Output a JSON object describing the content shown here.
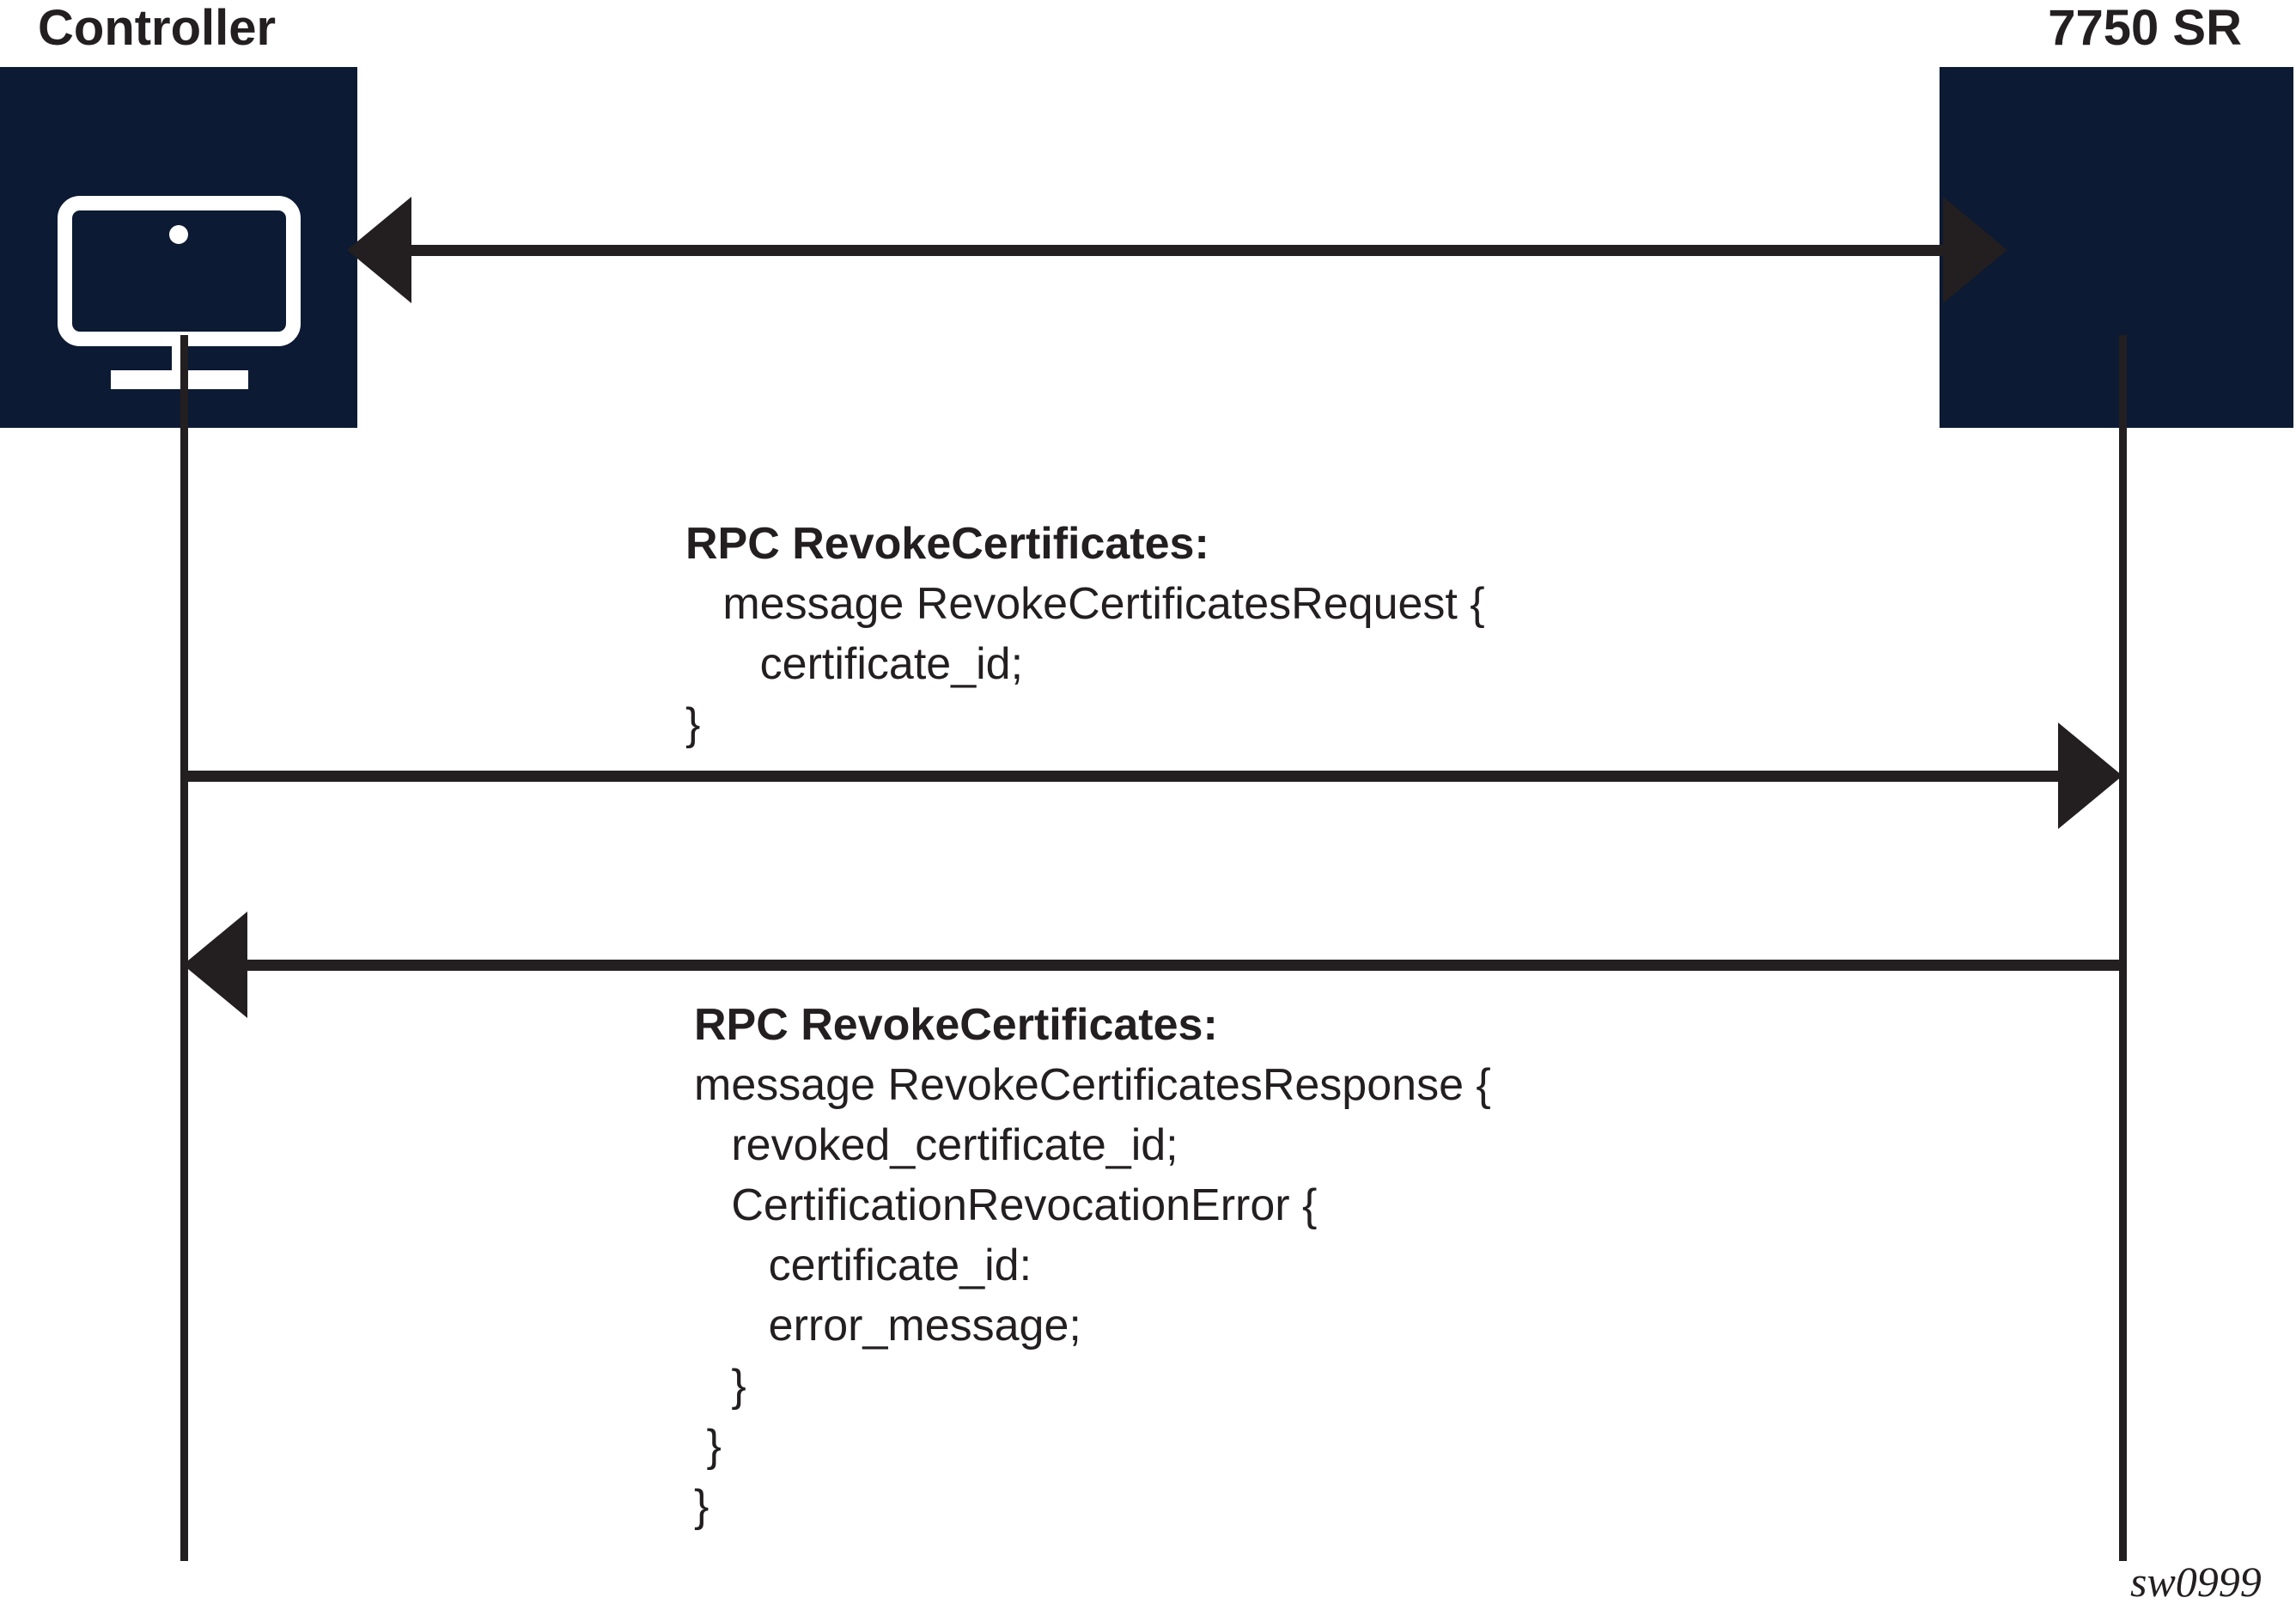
{
  "diagram": {
    "type": "sequence-diagram",
    "figure_id": "sw0999",
    "colors": {
      "node_fill": "#0c1a33",
      "line": "#231f20",
      "icon": "#ffffff",
      "background": "#ffffff"
    },
    "participants": [
      {
        "id": "controller",
        "label": "Controller",
        "icon": "monitor-icon"
      },
      {
        "id": "sr7750",
        "label": "7750 SR",
        "icon": "router-chassis-icon"
      }
    ],
    "links": [
      {
        "id": "link0",
        "direction": "bidirectional",
        "from": "controller",
        "to": "sr7750",
        "label": ""
      },
      {
        "id": "link1",
        "direction": "right",
        "from": "controller",
        "to": "sr7750",
        "label": "RPC RevokeCertificates request"
      },
      {
        "id": "link2",
        "direction": "left",
        "from": "sr7750",
        "to": "controller",
        "label": "RPC RevokeCertificates response"
      }
    ],
    "messages": [
      {
        "id": "request",
        "heading": "RPC RevokeCertificates:",
        "lines": [
          "   message RevokeCertificatesRequest {",
          "      certificate_id;",
          "}"
        ]
      },
      {
        "id": "response",
        "heading": "RPC RevokeCertificates:",
        "lines": [
          "message RevokeCertificatesResponse {",
          "   revoked_certificate_id;",
          "   CertificationRevocationError {",
          "      certificate_id:",
          "      error_message;",
          "   }",
          " }",
          "}"
        ]
      }
    ]
  }
}
